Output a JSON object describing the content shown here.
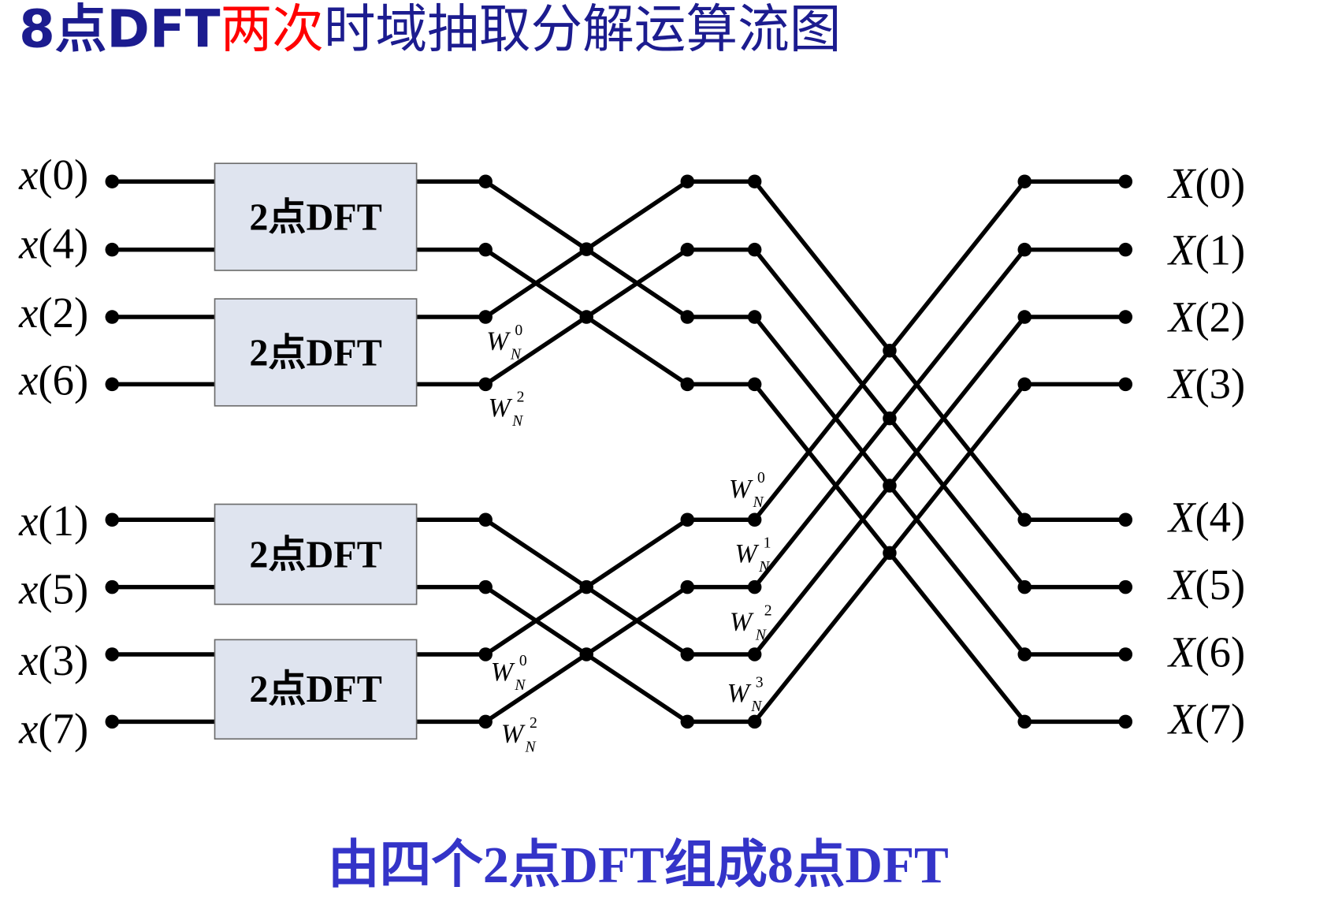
{
  "title": {
    "prefix": "8点DFT",
    "highlight": "两次",
    "suffix": "时域抽取分解运算流图"
  },
  "caption": "由四个2点DFT组成8点DFT",
  "blocks": [
    {
      "label": "2点DFT"
    },
    {
      "label": "2点DFT"
    },
    {
      "label": "2点DFT"
    },
    {
      "label": "2点DFT"
    }
  ],
  "inputs": [
    {
      "var": "x",
      "index": "(0)"
    },
    {
      "var": "x",
      "index": "(4)"
    },
    {
      "var": "x",
      "index": "(2)"
    },
    {
      "var": "x",
      "index": "(6)"
    },
    {
      "var": "x",
      "index": "(1)"
    },
    {
      "var": "x",
      "index": "(5)"
    },
    {
      "var": "x",
      "index": "(3)"
    },
    {
      "var": "x",
      "index": "(7)"
    }
  ],
  "outputs": [
    {
      "var": "X",
      "index": "(0)"
    },
    {
      "var": "X",
      "index": "(1)"
    },
    {
      "var": "X",
      "index": "(2)"
    },
    {
      "var": "X",
      "index": "(3)"
    },
    {
      "var": "X",
      "index": "(4)"
    },
    {
      "var": "X",
      "index": "(5)"
    },
    {
      "var": "X",
      "index": "(6)"
    },
    {
      "var": "X",
      "index": "(7)"
    }
  ],
  "twiddles": {
    "stage2": [
      {
        "base": "W",
        "sub": "N",
        "sup": "0"
      },
      {
        "base": "W",
        "sub": "N",
        "sup": "2"
      },
      {
        "base": "W",
        "sub": "N",
        "sup": "0"
      },
      {
        "base": "W",
        "sub": "N",
        "sup": "2"
      }
    ],
    "stage3": [
      {
        "base": "W",
        "sub": "N",
        "sup": "0"
      },
      {
        "base": "W",
        "sub": "N",
        "sup": "1"
      },
      {
        "base": "W",
        "sub": "N",
        "sup": "2"
      },
      {
        "base": "W",
        "sub": "N",
        "sup": "3"
      }
    ]
  },
  "colors": {
    "title": "#1c1c8f",
    "title_highlight": "#ff0000",
    "caption": "#3434c8",
    "line": "#000000",
    "block_fill": "#dfe4ef",
    "block_stroke": "#6b6b6b"
  }
}
